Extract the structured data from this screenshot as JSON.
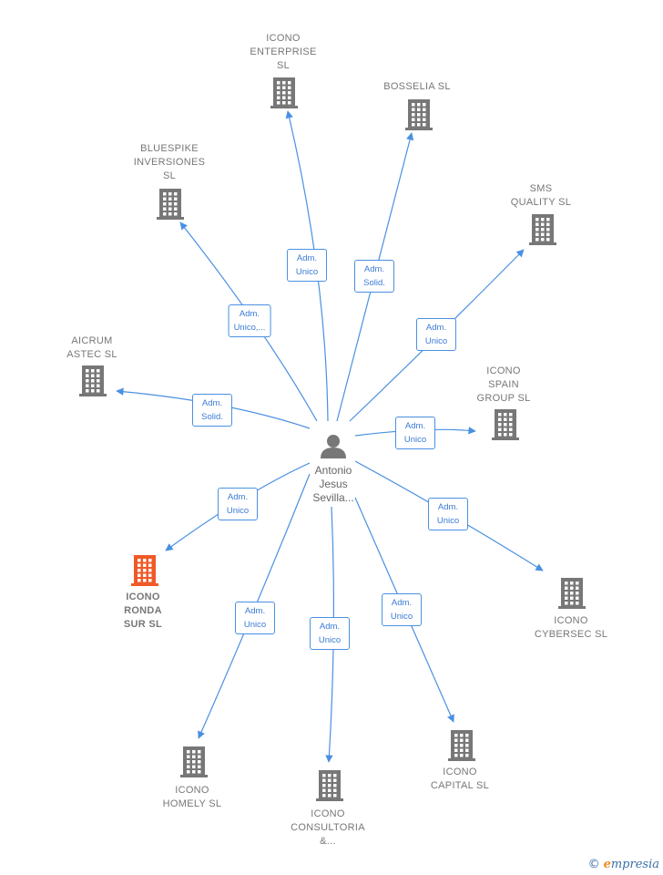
{
  "center": {
    "label": "Antonio\nJesus\nSevilla..."
  },
  "nodes": [
    {
      "id": "icono-enterprise",
      "label": "ICONO\nENTERPRISE\nSL",
      "color": "#777777"
    },
    {
      "id": "bosselia",
      "label": "BOSSELIA SL",
      "color": "#777777"
    },
    {
      "id": "bluespike",
      "label": "BLUESPIKE\nINVERSIONES\nSL",
      "color": "#777777"
    },
    {
      "id": "sms-quality",
      "label": "SMS\nQUALITY  SL",
      "color": "#777777"
    },
    {
      "id": "aicrum-astec",
      "label": "AICRUM\nASTEC SL",
      "color": "#777777"
    },
    {
      "id": "icono-spain-group",
      "label": "ICONO\nSPAIN\nGROUP  SL",
      "color": "#777777"
    },
    {
      "id": "icono-ronda-sur",
      "label": "ICONO\nRONDA\nSUR  SL",
      "color": "#f05a28",
      "highlight": true
    },
    {
      "id": "icono-cybersec",
      "label": "ICONO\nCYBERSEC  SL",
      "color": "#777777"
    },
    {
      "id": "icono-homely",
      "label": "ICONO\nHOMELY  SL",
      "color": "#777777"
    },
    {
      "id": "icono-consultoria",
      "label": "ICONO\nCONSULTORIA\n&...",
      "color": "#777777"
    },
    {
      "id": "icono-capital",
      "label": "ICONO\nCAPITAL  SL",
      "color": "#777777"
    }
  ],
  "edges": [
    {
      "to": "icono-enterprise",
      "label": "Adm.\nUnico"
    },
    {
      "to": "bosselia",
      "label": "Adm.\nSolid."
    },
    {
      "to": "bluespike",
      "label": "Adm.\nUnico,..."
    },
    {
      "to": "sms-quality",
      "label": "Adm.\nUnico"
    },
    {
      "to": "aicrum-astec",
      "label": "Adm.\nSolid."
    },
    {
      "to": "icono-spain-group",
      "label": "Adm.\nUnico"
    },
    {
      "to": "icono-ronda-sur",
      "label": "Adm.\nUnico"
    },
    {
      "to": "icono-cybersec",
      "label": "Adm.\nUnico"
    },
    {
      "to": "icono-homely",
      "label": "Adm.\nUnico"
    },
    {
      "to": "icono-consultoria",
      "label": "Adm.\nUnico"
    },
    {
      "to": "icono-capital",
      "label": "Adm.\nUnico"
    }
  ],
  "colors": {
    "edge": "#4a90e2",
    "person": "#777777"
  },
  "icons": {
    "company": "building-icon",
    "person": "person-icon"
  },
  "footer": {
    "copyright": "©",
    "brand_initial": "e",
    "brand_rest": "mpresia"
  }
}
